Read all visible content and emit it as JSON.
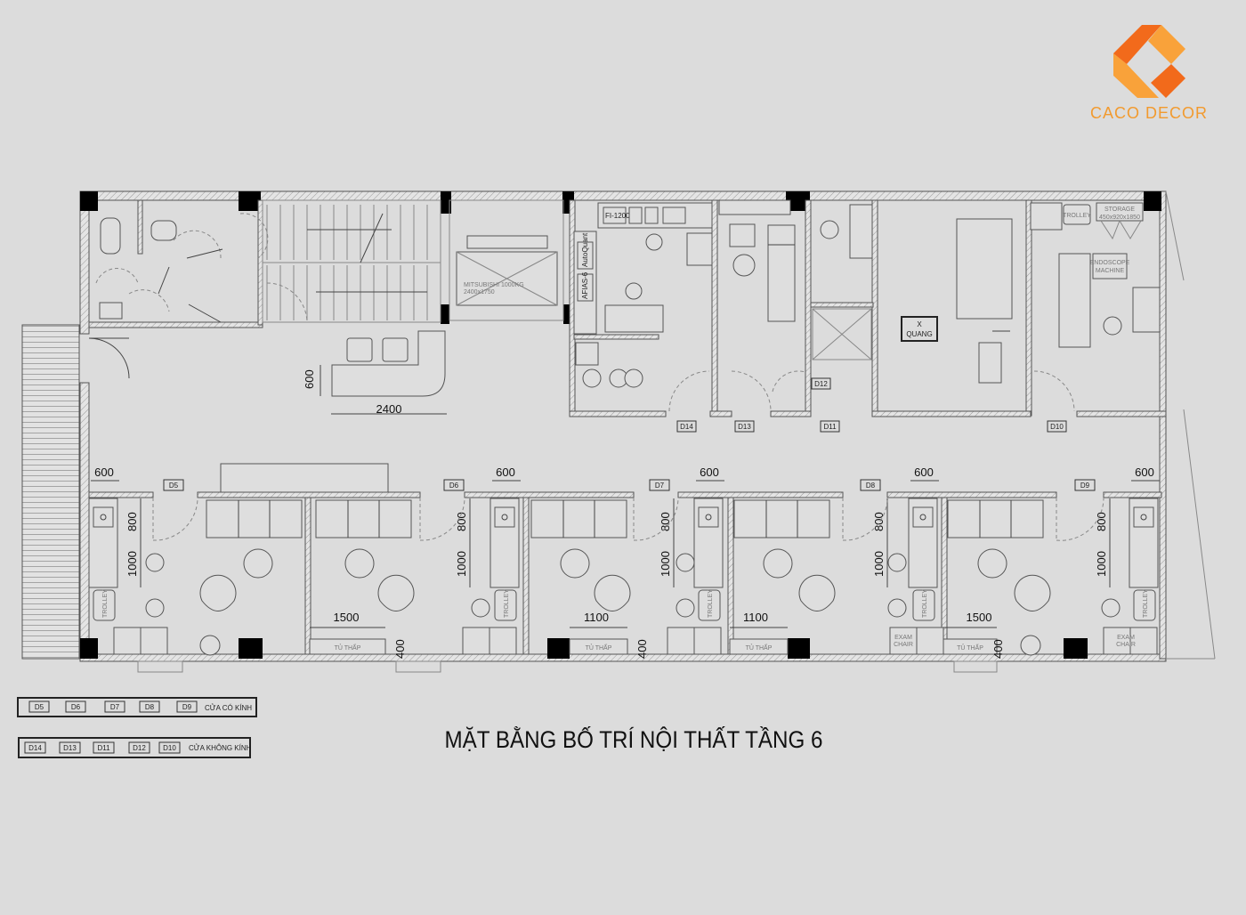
{
  "logo": {
    "brand": "CACO DECOR",
    "colors": {
      "dark": "#f26a1b",
      "light": "#f9a23a"
    }
  },
  "title": "MẶT BẰNG BỐ TRÍ NỘI THẤT TẦNG 6",
  "legend": {
    "glass_doors": [
      "D5",
      "D6",
      "D7",
      "D8",
      "D9"
    ],
    "glass_label": "CỬA CÓ KÍNH",
    "solid_doors": [
      "D14",
      "D13",
      "D11",
      "D12",
      "D10"
    ],
    "solid_label": "CỬA KHÔNG KÍNH"
  },
  "plan": {
    "elevator": {
      "model": "MITSUBISHI 1000KG",
      "size": "2400x1750"
    },
    "reception": {
      "dim_depth": "600",
      "dim_width": "2400"
    },
    "lab": {
      "equipment": [
        "FI-1200",
        "AutoQuant",
        "AFIAS-6"
      ]
    },
    "xray": {
      "line1": "X",
      "line2": "QUANG"
    },
    "endoscopy": {
      "storage": "STORAGE",
      "storage_size": "450x920x1850",
      "trolley": "TROLLEY",
      "machine1": "ENDOSCOPE",
      "machine2": "MACHINE"
    },
    "upper_doors": [
      "D14",
      "D13",
      "D12",
      "D11",
      "D10"
    ],
    "consult_rooms": {
      "doors": [
        "D5",
        "D6",
        "D7",
        "D8",
        "D9"
      ],
      "dim_width": [
        "600",
        "600",
        "600",
        "600",
        "600"
      ],
      "dim_sink": [
        "800",
        "800",
        "800",
        "800",
        "800"
      ],
      "dim_counter": [
        "1000",
        "1000",
        "1000",
        "1000",
        "1000"
      ],
      "dim_cabinet": [
        "1500",
        "1100",
        "1100",
        "1500"
      ],
      "cabinet": [
        "TỦ THẤP",
        "TỦ THẤP",
        "TỦ THẤP",
        "TỦ THẤP"
      ],
      "dim_depth": [
        "400",
        "400",
        "400"
      ],
      "trolley": "TROLLEY",
      "exam_chair": [
        "EXAM CHAIR",
        "EXAM CHAIR"
      ]
    }
  }
}
